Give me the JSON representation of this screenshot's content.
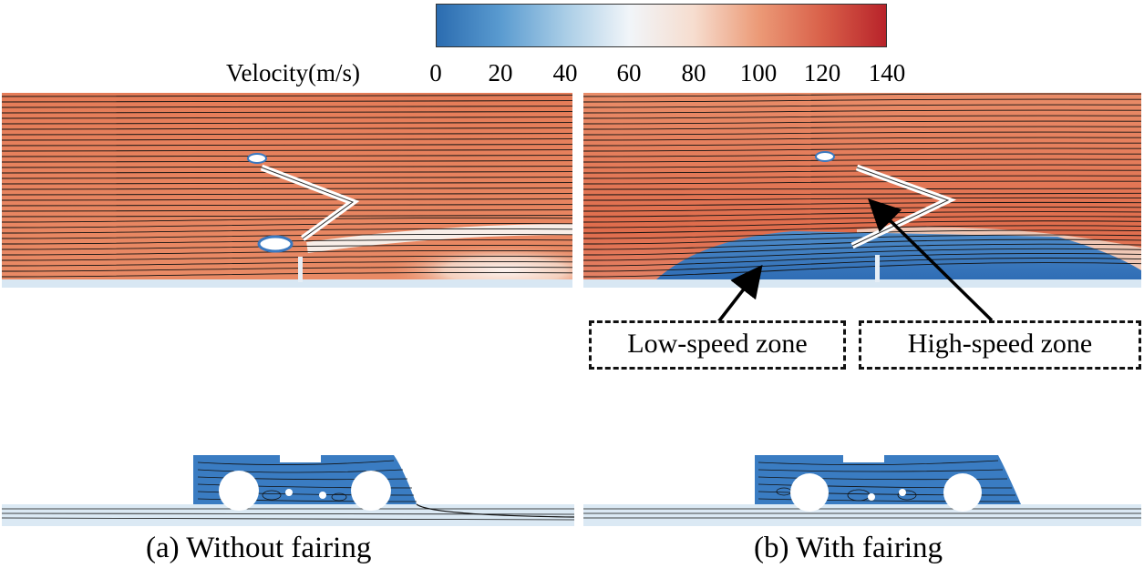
{
  "legend": {
    "label": "Velocity(m/s)",
    "ticks": [
      "0",
      "20",
      "40",
      "60",
      "80",
      "100",
      "120",
      "140"
    ],
    "colors": [
      "#2b6cb0",
      "#5a9bd0",
      "#a9cde6",
      "#f1f5f9",
      "#f6ddcf",
      "#ec9b78",
      "#d9614a",
      "#b8232a"
    ]
  },
  "panels": {
    "left_caption": "(a) Without fairing",
    "right_caption": "(b) With fairing",
    "low_speed_label": "Low-speed zone",
    "high_speed_label": "High-speed zone"
  },
  "colors": {
    "high_velocity": "#e8805c",
    "low_velocity": "#3a78bf",
    "streamline": "#111111"
  }
}
